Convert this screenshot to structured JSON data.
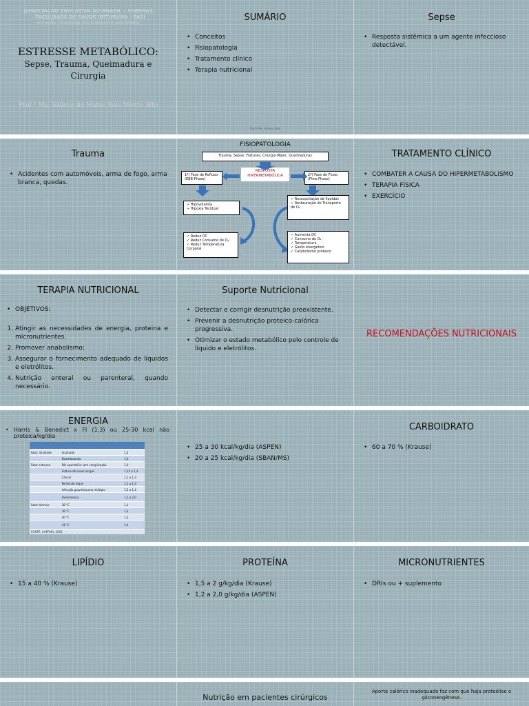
{
  "cover": {
    "header": [
      "ASSOCIAÇÃO EDUCATIVA DO BRASIL – SOEBRAS",
      "– FACULDADE DE SAÚDE IBITURUNA – FASI",
      "DISCIPLINA: TECNOLOGIA DOS ALIMENTOS E DIETOTERAPIA"
    ],
    "title_main": "ESTRESSE METABÓLICO",
    "title_colon": ":",
    "subtitle": "Sepse, Trauma, Queimadura e Cirurgia",
    "author": "Prof.ª Ms. Sislene de Matos Reis Monte Alto",
    "footer": ""
  },
  "sumario": {
    "title": "SUMÁRIO",
    "items": [
      "Conceitos",
      "Fisiopatologia",
      "Tratamento clínico",
      "Terapia nutricional"
    ],
    "footer": "Prof.ª Ms. Sislene Reis"
  },
  "sepse": {
    "title": "Sepse",
    "items": [
      "Resposta sistêmica a um agente infeccioso detectável."
    ]
  },
  "trauma": {
    "title": "Trauma",
    "items": [
      "Acidentes com automóveis, arma de fogo, arma branca, quedas."
    ]
  },
  "fisio": {
    "title": "FISIOPATOLOGIA",
    "top_box": "Trauma, Sepse, Fraturas, Cirurgia Maior, Queimaduras",
    "resposta": "RESPOSTA HIPERMETABÓLICA",
    "ebb": "1ª) Fase de Refluxo (EBB Phase)",
    "flow": "2ª) Fase de Fluxo (Flow Phase)",
    "ebb_items": [
      "Hipovolemia",
      "Hipoxia Tecidual"
    ],
    "ebb_results": [
      "Reduz DC",
      "Reduz Consumo de O₂",
      "Reduz Temperatura Corporal"
    ],
    "flow_items": [
      "Ressuscitação de líquidos",
      "Restauração do Transporte de O₂"
    ],
    "flow_results": [
      "Aumenta DC",
      "Consumo de O₂",
      "Temperatura",
      "Gasto energético",
      "Catabolismo proteico"
    ]
  },
  "tratamento": {
    "title": "TRATAMENTO CLÍNICO",
    "items": [
      "COMBATER A CAUSA DO HIPERMETABOLISMO",
      "TERAPIA FÍSICA",
      "EXERCÍCIO"
    ]
  },
  "terapia": {
    "title": "TERAPIA NUTRICIONAL",
    "head": "OBJETIVOS:",
    "items": [
      "Atingir as necessidades de energia, proteina e micronutrientes.",
      "Promover anabolismo;",
      "Assegurar o fornecimento adequado de líquidos e eletrólitos.",
      "Nutrição enteral ou parenteral, quando necessário."
    ]
  },
  "suporte": {
    "title": "Suporte Nutricional",
    "items": [
      "Detectar e corrigir desnutrição preexistente.",
      "Prevenir a desnutrição proteico-calórica progressiva.",
      "Otimizar o estado metabólico pelo controle de líquido e eletrólitos."
    ]
  },
  "recomendacoes": {
    "title": "RECOMENDAÇÕES NUTRICIONAIS"
  },
  "energia": {
    "title": "ENERGIA",
    "item": "Harris & Benedict x FI (1.3) ou 25-30 kcal não proteica/kg/dia",
    "table": [
      [
        "Fator atividade",
        "Acamado",
        "1,2"
      ],
      [
        "",
        "Deambulando",
        "1,3"
      ],
      [
        "Fator estresse",
        "Pós operatório sem complicação",
        "1,0"
      ],
      [
        "",
        "Fratura de ossos longos",
        "1,15 a 1,3"
      ],
      [
        "",
        "Câncer",
        "1,1 a 1,3"
      ],
      [
        "",
        "Peritonite leque",
        "1,1 a 1,3"
      ],
      [
        "",
        "Infecção grave/trauma múltiplo",
        "1,2 a 1,4"
      ],
      [
        "",
        "Queimadura",
        "1,2 a 2,0"
      ],
      [
        "Fator térmico",
        "38 °C",
        "1,1"
      ],
      [
        "",
        "39 °C",
        "1,2"
      ],
      [
        "",
        "40 °C",
        "1,3"
      ],
      [
        "",
        "41 °C",
        "1,4"
      ]
    ],
    "source": "FONTE: CUPPARI, 2005"
  },
  "energia2": {
    "items": [
      "25 a 30 kcal/kg/dia (ASPEN)",
      "20 a 25 kcal/kg/dia (SBAN/MS)"
    ]
  },
  "carbo": {
    "title": "CARBOIDRATO",
    "items": [
      "60 a 70 % (Krause)"
    ]
  },
  "lipidio": {
    "title": "LIPÍDIO",
    "items": [
      "15 a 40 % (Krause)"
    ]
  },
  "proteina": {
    "title": "PROTEÍNA",
    "items": [
      "1,5 a 2 g/kg/dia (Krause)",
      "1,2 a 2,0 g/kg/dia (ASPEN)"
    ]
  },
  "micro": {
    "title": "MICRONUTRIENTES",
    "items": [
      "DRIs ou + suplemento"
    ]
  },
  "cirurgicos": {
    "title": "Nutrição em pacientes cirúrgicos"
  },
  "aporte": {
    "text": "Aporte calórico inadequado faz com que haja proteólise e gliconeogênese."
  },
  "colors": {
    "slide": "#9fb5bb",
    "red": "#c1121f",
    "table_header": "#4f81bd",
    "arrow": "#3b73b9"
  }
}
